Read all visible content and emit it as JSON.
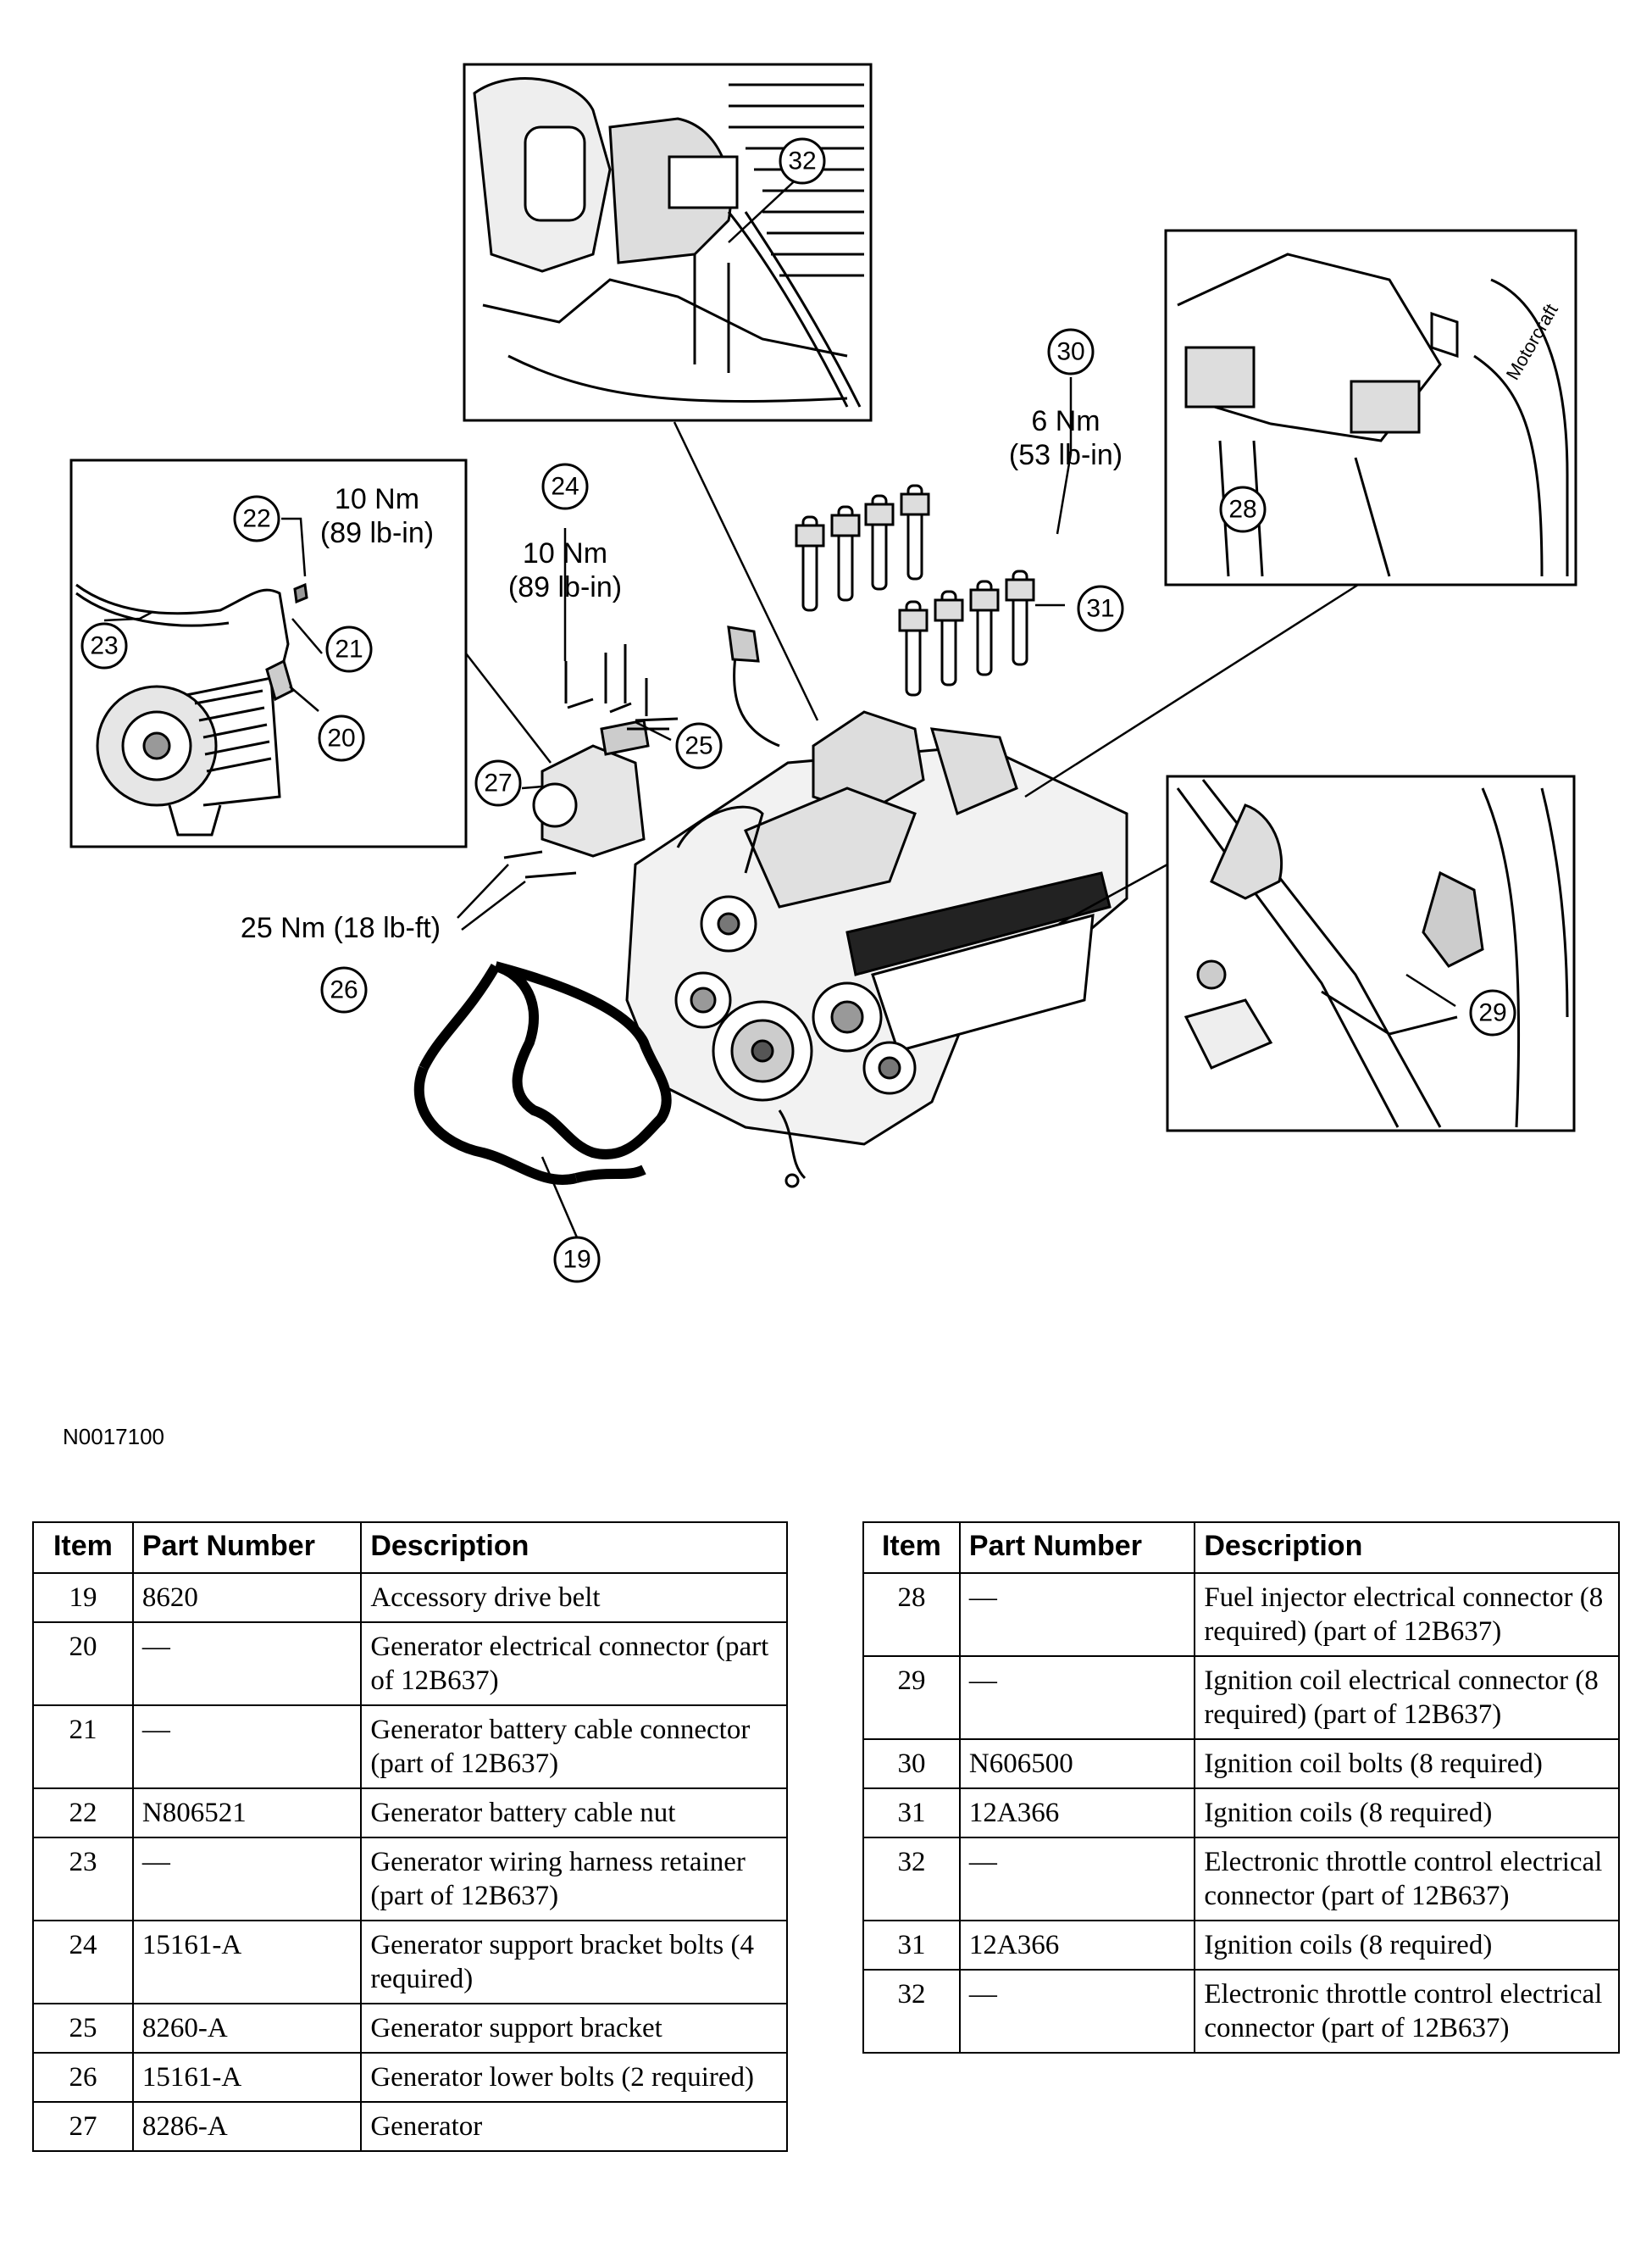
{
  "figure_id": "N0017100",
  "callouts": {
    "c19": "19",
    "c20": "20",
    "c21": "21",
    "c22": "22",
    "c23": "23",
    "c24": "24",
    "c25": "25",
    "c26": "26",
    "c27": "27",
    "c28": "28",
    "c29": "29",
    "c30": "30",
    "c31": "31",
    "c32": "32"
  },
  "torques": {
    "t22": [
      "10 Nm",
      "(89 lb-in)"
    ],
    "t24": [
      "10 Nm",
      "(89 lb-in)"
    ],
    "t26": "25 Nm (18 lb-ft)",
    "t30": [
      "6 Nm",
      "(53 lb-in)"
    ]
  },
  "table_headers": {
    "item": "Item",
    "part_number": "Part Number",
    "description": "Description"
  },
  "table_left": [
    {
      "item": "19",
      "part": "8620",
      "desc": "Accessory drive belt"
    },
    {
      "item": "20",
      "part": "—",
      "desc": "Generator electrical connector (part of 12B637)"
    },
    {
      "item": "21",
      "part": "—",
      "desc": "Generator battery cable connector (part of 12B637)"
    },
    {
      "item": "22",
      "part": "N806521",
      "desc": "Generator battery cable nut"
    },
    {
      "item": "23",
      "part": "—",
      "desc": "Generator wiring harness retainer (part of 12B637)"
    },
    {
      "item": "24",
      "part": "15161-A",
      "desc": "Generator support bracket bolts (4 required)"
    },
    {
      "item": "25",
      "part": "8260-A",
      "desc": "Generator support bracket"
    },
    {
      "item": "26",
      "part": "15161-A",
      "desc": "Generator lower bolts (2 required)"
    },
    {
      "item": "27",
      "part": "8286-A",
      "desc": "Generator"
    }
  ],
  "table_right": [
    {
      "item": "28",
      "part": "—",
      "desc": "Fuel injector electrical connector (8 required) (part of 12B637)"
    },
    {
      "item": "29",
      "part": "—",
      "desc": "Ignition coil electrical connector (8 required) (part of 12B637)"
    },
    {
      "item": "30",
      "part": "N606500",
      "desc": "Ignition coil bolts (8 required)"
    },
    {
      "item": "31",
      "part": "12A366",
      "desc": "Ignition coils (8 required)"
    },
    {
      "item": "32",
      "part": "—",
      "desc": "Electronic throttle control electrical connector (part of 12B637)"
    },
    {
      "item": "31",
      "part": "12A366",
      "desc": "Ignition coils (8 required)"
    },
    {
      "item": "32",
      "part": "—",
      "desc": "Electronic throttle control electrical connector (part of 12B637)"
    }
  ]
}
